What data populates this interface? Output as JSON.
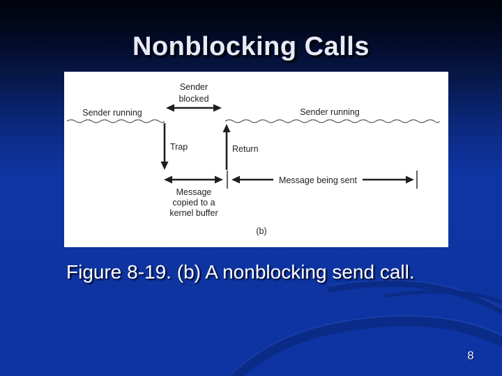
{
  "slide": {
    "title": "Nonblocking Calls",
    "caption": "Figure 8-19. (b) A nonblocking send call.",
    "page_number": "8"
  },
  "colors": {
    "bg-top": "#000309",
    "bg-bottom": "#0d34a2",
    "swoosh": "#0a2a84",
    "swoosh-highlight": "#2b50b4",
    "title": "#e9eaf8",
    "caption": "#ffffff",
    "ink": "#1f1f1f",
    "panel": "#ffffff"
  },
  "diagram": {
    "sender_blocked": [
      "Sender",
      "blocked"
    ],
    "sender_running_left": "Sender running",
    "sender_running_right": "Sender running",
    "trap": "Trap",
    "return": "Return",
    "message_copied": [
      "Message",
      "copied to a",
      "kernel buffer"
    ],
    "message_being_sent": "Message being sent",
    "panel_label": "(b)"
  }
}
